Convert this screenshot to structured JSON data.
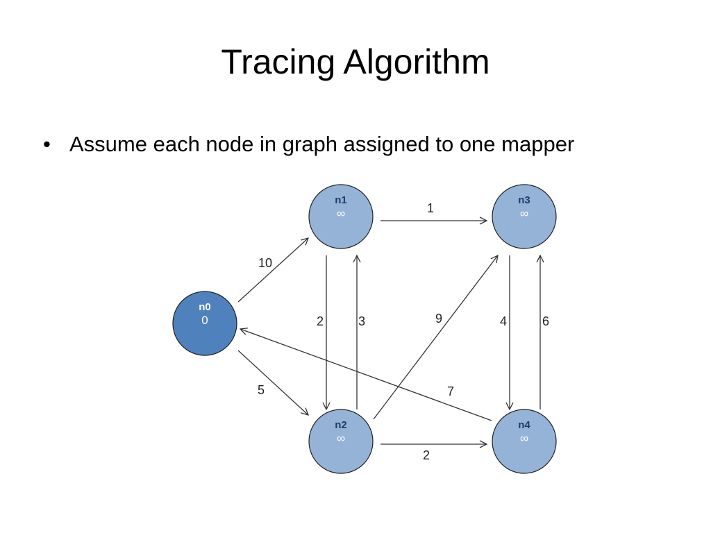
{
  "slide": {
    "title": "Tracing Algorithm",
    "bullets": [
      {
        "marker": "•",
        "text": "Assume each node in graph assigned to one mapper"
      }
    ]
  },
  "graph": {
    "colors": {
      "source_fill": "#4f81bd",
      "node_fill": "#95b3d7",
      "node_stroke": "#1f1f1f",
      "edge": "#333333",
      "source_text": "#ffffff",
      "node_name_text": "#1a3d6b",
      "node_dist_text": "#ffffff"
    },
    "nodes": [
      {
        "id": "n0",
        "label": "n0",
        "distance": "0",
        "source": true
      },
      {
        "id": "n1",
        "label": "n1",
        "distance": "∞",
        "source": false
      },
      {
        "id": "n2",
        "label": "n2",
        "distance": "∞",
        "source": false
      },
      {
        "id": "n3",
        "label": "n3",
        "distance": "∞",
        "source": false
      },
      {
        "id": "n4",
        "label": "n4",
        "distance": "∞",
        "source": false
      }
    ],
    "edges": [
      {
        "from": "n0",
        "to": "n1",
        "weight": "10"
      },
      {
        "from": "n0",
        "to": "n2",
        "weight": "5"
      },
      {
        "from": "n1",
        "to": "n3",
        "weight": "1"
      },
      {
        "from": "n1",
        "to": "n2",
        "weight": "2"
      },
      {
        "from": "n2",
        "to": "n1",
        "weight": "3"
      },
      {
        "from": "n2",
        "to": "n3",
        "weight": "9"
      },
      {
        "from": "n2",
        "to": "n4",
        "weight": "2"
      },
      {
        "from": "n3",
        "to": "n4",
        "weight": "4"
      },
      {
        "from": "n4",
        "to": "n3",
        "weight": "6"
      },
      {
        "from": "n4",
        "to": "n0",
        "weight": "7"
      }
    ]
  }
}
